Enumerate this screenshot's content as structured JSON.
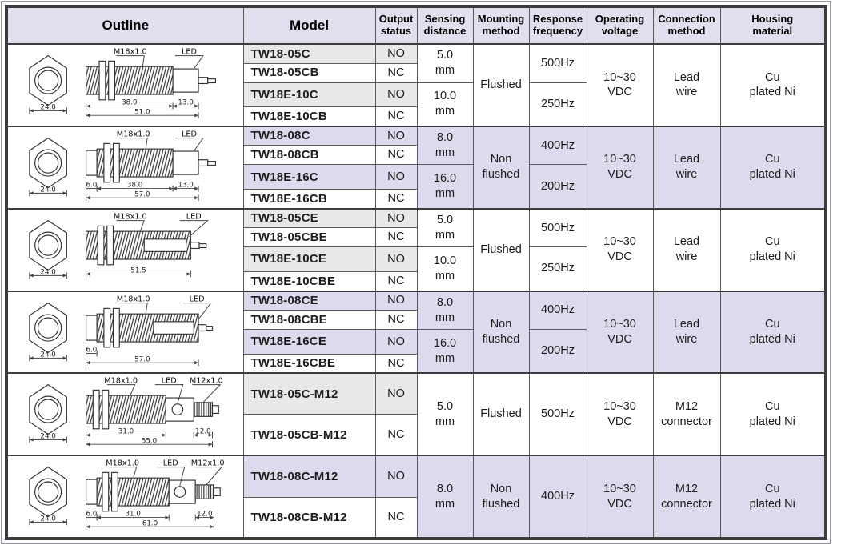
{
  "colors": {
    "header_bg": "#e2deee",
    "shade_gray": "#e8e8e8",
    "shade_lavender": "#ded9ec",
    "model_red": "#a8121e",
    "distance_red": "#c8161c",
    "border_dark": "#3c3c3c"
  },
  "table": {
    "columns": [
      "Outline",
      "Model",
      "Output\nstatus",
      "Sensing\ndistance",
      "Mounting\nmethod",
      "Response\nfrequency",
      "Operating\nvoltage",
      "Connection\nmethod",
      "Housing\nmaterial"
    ],
    "groups": [
      {
        "tint": "gray",
        "outline": {
          "type": "lead-flush",
          "labels": {
            "thread": "M18x1.0",
            "led": "LED"
          },
          "dims": {
            "hex": "24.0",
            "d0": "38.0",
            "d1": "13.0",
            "total": "51.0"
          }
        },
        "rows": [
          {
            "model": "TW18-05C",
            "red": false,
            "output": "NO"
          },
          {
            "model": "TW18-05CB",
            "red": false,
            "output": "NC"
          },
          {
            "model": "TW18E-10C",
            "red": true,
            "output": "NO"
          },
          {
            "model": "TW18E-10CB",
            "red": true,
            "output": "NC"
          }
        ],
        "sensing": [
          {
            "text": "5.0\nmm",
            "red": false,
            "rows": 2
          },
          {
            "text": "10.0\nmm",
            "red": true,
            "rows": 2
          }
        ],
        "mounting": "Flushed",
        "response": [
          {
            "text": "500Hz",
            "rows": 2
          },
          {
            "text": "250Hz",
            "rows": 2
          }
        ],
        "voltage": "10~30\nVDC",
        "connection": "Lead\nwire",
        "housing": "Cu\nplated Ni"
      },
      {
        "tint": "lavender",
        "outline": {
          "type": "lead-nonflush",
          "labels": {
            "thread": "M18x1.0",
            "led": "LED"
          },
          "dims": {
            "hex": "24.0",
            "d0": "6.0",
            "d1": "38.0",
            "d2": "13.0",
            "total": "57.0"
          }
        },
        "rows": [
          {
            "model": "TW18-08C",
            "red": false,
            "output": "NO"
          },
          {
            "model": "TW18-08CB",
            "red": false,
            "output": "NC"
          },
          {
            "model": "TW18E-16C",
            "red": true,
            "output": "NO"
          },
          {
            "model": "TW18E-16CB",
            "red": true,
            "output": "NC"
          }
        ],
        "sensing": [
          {
            "text": "8.0\nmm",
            "red": false,
            "rows": 2
          },
          {
            "text": "16.0\nmm",
            "red": true,
            "rows": 2
          }
        ],
        "mounting": "Non\nflushed",
        "response": [
          {
            "text": "400Hz",
            "rows": 2
          },
          {
            "text": "200Hz",
            "rows": 2
          }
        ],
        "voltage": "10~30\nVDC",
        "connection": "Lead\nwire",
        "housing": "Cu\nplated Ni"
      },
      {
        "tint": "gray",
        "outline": {
          "type": "slot-flush",
          "labels": {
            "thread": "M18x1.0",
            "led": "LED"
          },
          "dims": {
            "hex": "24.0",
            "total": "51.5"
          }
        },
        "rows": [
          {
            "model": "TW18-05CE",
            "red": false,
            "output": "NO"
          },
          {
            "model": "TW18-05CBE",
            "red": false,
            "output": "NC"
          },
          {
            "model": "TW18E-10CE",
            "red": true,
            "output": "NO"
          },
          {
            "model": "TW18E-10CBE",
            "red": true,
            "output": "NC"
          }
        ],
        "sensing": [
          {
            "text": "5.0\nmm",
            "red": false,
            "rows": 2
          },
          {
            "text": "10.0\nmm",
            "red": true,
            "rows": 2
          }
        ],
        "mounting": "Flushed",
        "response": [
          {
            "text": "500Hz",
            "rows": 2
          },
          {
            "text": "250Hz",
            "rows": 2
          }
        ],
        "voltage": "10~30\nVDC",
        "connection": "Lead\nwire",
        "housing": "Cu\nplated Ni"
      },
      {
        "tint": "lavender",
        "outline": {
          "type": "slot-nonflush",
          "labels": {
            "thread": "M18x1.0",
            "led": "LED"
          },
          "dims": {
            "hex": "24.0",
            "d0": "6.0",
            "total": "57.0"
          }
        },
        "rows": [
          {
            "model": "TW18-08CE",
            "red": false,
            "output": "NO"
          },
          {
            "model": "TW18-08CBE",
            "red": false,
            "output": "NC"
          },
          {
            "model": "TW18E-16CE",
            "red": true,
            "output": "NO"
          },
          {
            "model": "TW18E-16CBE",
            "red": true,
            "output": "NC"
          }
        ],
        "sensing": [
          {
            "text": "8.0\nmm",
            "red": false,
            "rows": 2
          },
          {
            "text": "16.0\nmm",
            "red": true,
            "rows": 2
          }
        ],
        "mounting": "Non\nflushed",
        "response": [
          {
            "text": "400Hz",
            "rows": 2
          },
          {
            "text": "200Hz",
            "rows": 2
          }
        ],
        "voltage": "10~30\nVDC",
        "connection": "Lead\nwire",
        "housing": "Cu\nplated Ni"
      },
      {
        "tint": "gray",
        "outline": {
          "type": "m12-flush",
          "labels": {
            "thread": "M18x1.0",
            "led": "LED",
            "m12": "M12x1.0"
          },
          "dims": {
            "hex": "24.0",
            "d0": "31.0",
            "d1": "12.0",
            "total": "55.0"
          }
        },
        "rows": [
          {
            "model": "TW18-05C-M12",
            "red": false,
            "output": "NO"
          },
          {
            "model": "TW18-05CB-M12",
            "red": false,
            "output": "NC"
          }
        ],
        "sensing": [
          {
            "text": "5.0\nmm",
            "red": false,
            "rows": 2
          }
        ],
        "mounting": "Flushed",
        "response": [
          {
            "text": "500Hz",
            "rows": 2
          }
        ],
        "voltage": "10~30\nVDC",
        "connection": "M12\nconnector",
        "housing": "Cu\nplated Ni"
      },
      {
        "tint": "lavender",
        "outline": {
          "type": "m12-nonflush",
          "labels": {
            "thread": "M18x1.0",
            "led": "LED",
            "m12": "M12x1.0"
          },
          "dims": {
            "hex": "24.0",
            "d0": "6.0",
            "d1": "31.0",
            "d2": "12.0",
            "total": "61.0"
          }
        },
        "rows": [
          {
            "model": "TW18-08C-M12",
            "red": false,
            "output": "NO"
          },
          {
            "model": "TW18-08CB-M12",
            "red": false,
            "output": "NC"
          }
        ],
        "sensing": [
          {
            "text": "8.0\nmm",
            "red": false,
            "rows": 2
          }
        ],
        "mounting": "Non\nflushed",
        "response": [
          {
            "text": "400Hz",
            "rows": 2
          }
        ],
        "voltage": "10~30\nVDC",
        "connection": "M12\nconnector",
        "housing": "Cu\nplated Ni"
      }
    ]
  }
}
